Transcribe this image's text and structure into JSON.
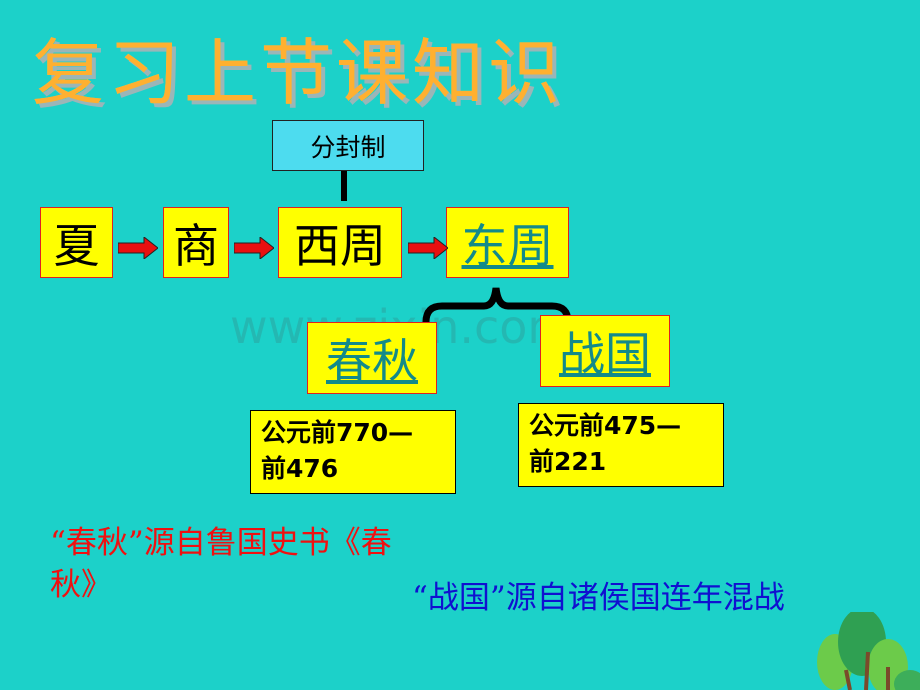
{
  "title": "复习上节课知识",
  "top_label": "分封制",
  "dynasties": [
    "夏",
    "商",
    "西周",
    "东周"
  ],
  "branches": [
    "春秋",
    "战国"
  ],
  "dates": {
    "chunqiu": [
      "公元前770—",
      "前476"
    ],
    "zhanguo": [
      "公元前475—",
      "前221"
    ]
  },
  "notes": {
    "chunqiu_lines": [
      "“春秋”源自鲁国史书《春",
      "秋》"
    ],
    "zhanguo": "“战国”源自诸侯国连年混战"
  },
  "watermark": "www.zixin.com.cn",
  "colors": {
    "background": "#1CD1C9",
    "box": "#FFFF00",
    "arrow": "#E81010",
    "red_note": "#F01010",
    "blue_note": "#1010D0"
  }
}
